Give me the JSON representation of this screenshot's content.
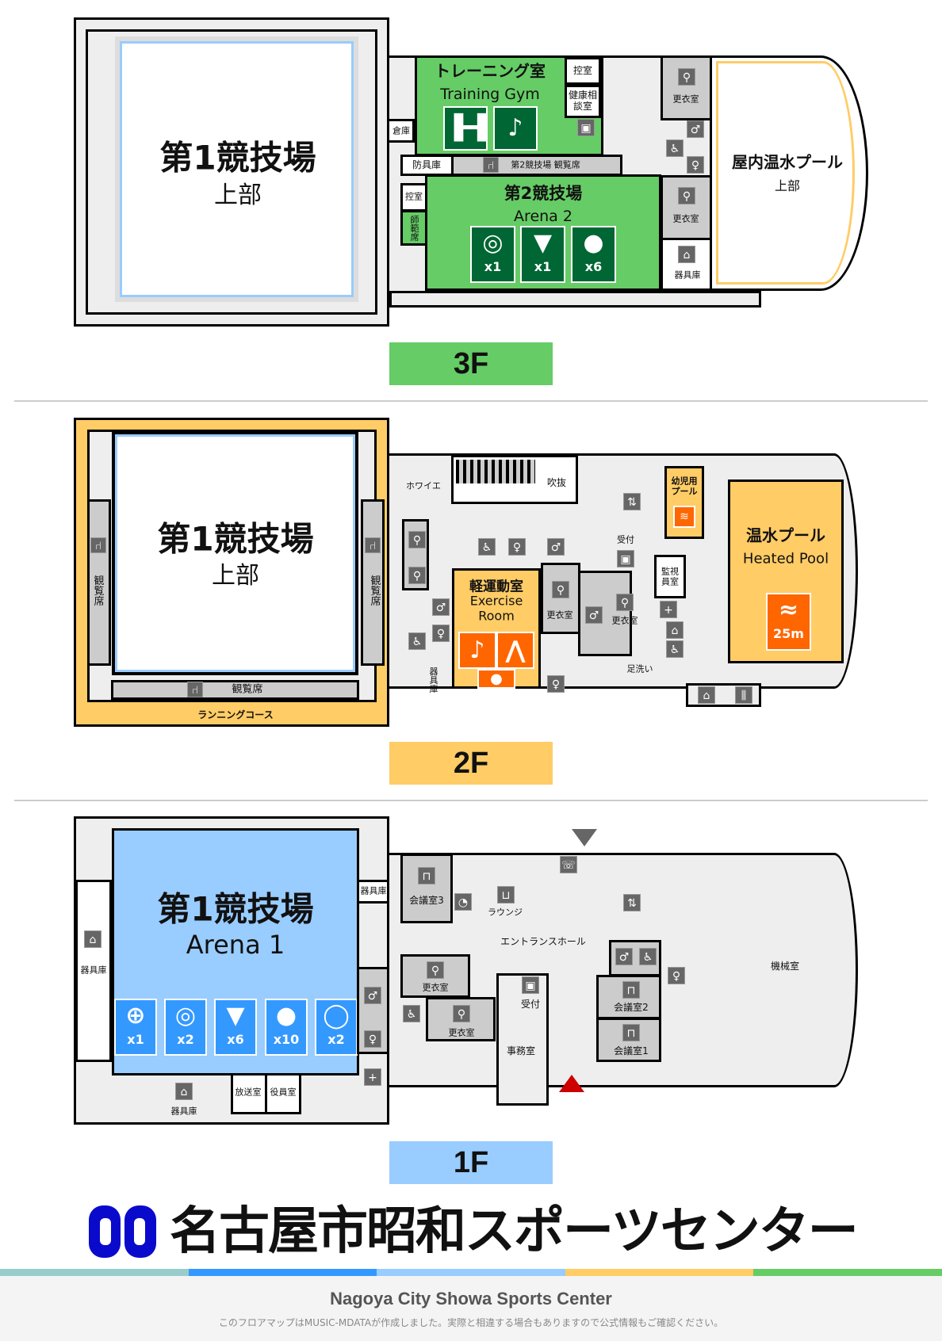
{
  "floors": {
    "f3": {
      "label": "3F",
      "color": "#66cc66",
      "arena1": {
        "title": "第1競技場",
        "subtitle": "上部"
      },
      "training": {
        "title": "トレーニング室",
        "subtitle": "Training Gym"
      },
      "arena2": {
        "title": "第2競技場",
        "subtitle": "Arena 2",
        "sports": [
          {
            "icon": "volleyball",
            "count": "x1"
          },
          {
            "icon": "badminton",
            "count": "x1"
          },
          {
            "icon": "table-tennis",
            "count": "x6"
          }
        ]
      },
      "rooms": {
        "waiting1": "控室",
        "health": "健康相談室",
        "storage": "倉庫",
        "armor": "防具庫",
        "stands": "第2競技場 観覧席",
        "waiting2": "控室",
        "instructor": "師範席",
        "locker1": "更衣室",
        "locker2": "更衣室",
        "equipment": "器具庫"
      },
      "pool": {
        "title": "屋内温水プール",
        "subtitle": "上部"
      }
    },
    "f2": {
      "label": "2F",
      "color": "#ffcc66",
      "arena1": {
        "title": "第1競技場",
        "subtitle": "上部"
      },
      "rooms": {
        "stands_left": "観覧席",
        "stands_right": "観覧席",
        "stands_bottom": "観覧席",
        "running": "ランニングコース",
        "foyer": "ホワイエ",
        "atrium": "吹抜",
        "reception": "受付",
        "kids_pool": "幼児用プール",
        "monitor": "監視員室",
        "locker1": "更衣室",
        "locker2": "更衣室",
        "equipment": "器具庫",
        "footwash": "足洗い"
      },
      "exercise": {
        "title": "軽運動室",
        "subtitle1": "Exercise",
        "subtitle2": "Room"
      },
      "pool": {
        "title": "温水プール",
        "subtitle": "Heated Pool",
        "length": "25m"
      }
    },
    "f1": {
      "label": "1F",
      "color": "#99ccff",
      "arena1": {
        "title": "第1競技場",
        "subtitle": "Arena 1",
        "sports": [
          {
            "icon": "basketball",
            "count": "x1"
          },
          {
            "icon": "volleyball",
            "count": "x2"
          },
          {
            "icon": "badminton",
            "count": "x6"
          },
          {
            "icon": "table-tennis",
            "count": "x10"
          },
          {
            "icon": "tennis",
            "count": "x2"
          }
        ]
      },
      "rooms": {
        "equipment_left": "器具庫",
        "equipment_bottom": "器具庫",
        "equipment_right": "器具庫",
        "broadcast": "放送室",
        "officers": "役員室",
        "meeting3": "会議室3",
        "lounge": "ラウンジ",
        "entrance": "エントランスホール",
        "locker1": "更衣室",
        "locker2": "更衣室",
        "reception": "受付",
        "office": "事務室",
        "meeting2": "会議室2",
        "meeting1": "会議室1",
        "machine": "機械室"
      }
    }
  },
  "brand": {
    "name_ja": "名古屋市昭和スポーツセンター",
    "name_en": "Nagoya City Showa Sports Center",
    "logo_color": "#0a0acc"
  },
  "footer": {
    "note": "このフロアマップはMUSIC-MDATAが作成しました。実際と相違する場合もありますので公式情報もご確認ください。"
  },
  "colorbar": [
    "#99cccc",
    "#3399ff",
    "#99ccff",
    "#ffcc66",
    "#66cc66"
  ]
}
